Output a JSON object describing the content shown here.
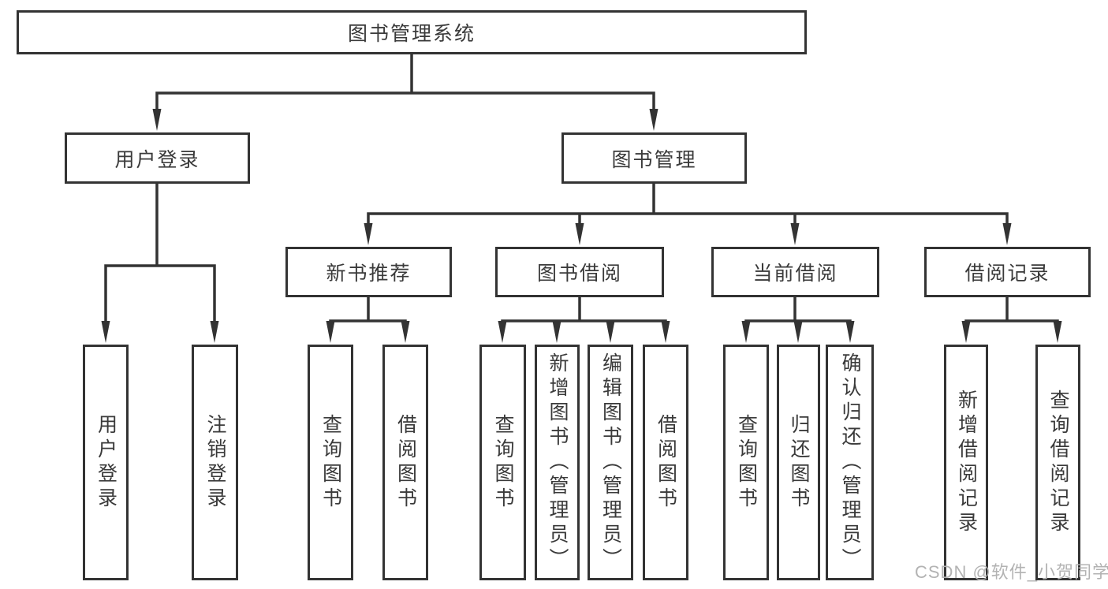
{
  "diagram_title": "图书管理系统",
  "nodes": {
    "root": {
      "label": "图书管理系统"
    },
    "user_login": {
      "label": "用户登录",
      "children": [
        {
          "label": "用户登录"
        },
        {
          "label": "注销登录"
        }
      ]
    },
    "book_mgmt": {
      "label": "图书管理",
      "groups": [
        {
          "label": "新书推荐",
          "children": [
            {
              "label": "查询图书"
            },
            {
              "label": "借阅图书"
            }
          ]
        },
        {
          "label": "图书借阅",
          "children": [
            {
              "label": "查询图书"
            },
            {
              "label": "新增图书（管理员）"
            },
            {
              "label": "编辑图书（管理员）"
            },
            {
              "label": "借阅图书"
            }
          ]
        },
        {
          "label": "当前借阅",
          "children": [
            {
              "label": "查询图书"
            },
            {
              "label": "归还图书"
            },
            {
              "label": "确认归还（管理员）"
            }
          ]
        },
        {
          "label": "借阅记录",
          "children": [
            {
              "label": "新增借阅记录"
            },
            {
              "label": "查询借阅记录"
            }
          ]
        }
      ]
    }
  },
  "watermark": {
    "text": "CSDN @软件_小贺同学"
  },
  "colors": {
    "line": "#333333",
    "box_border": "#333333",
    "text": "#3a3a3a",
    "background": "#ffffff",
    "watermark": "#b3b3b3"
  }
}
